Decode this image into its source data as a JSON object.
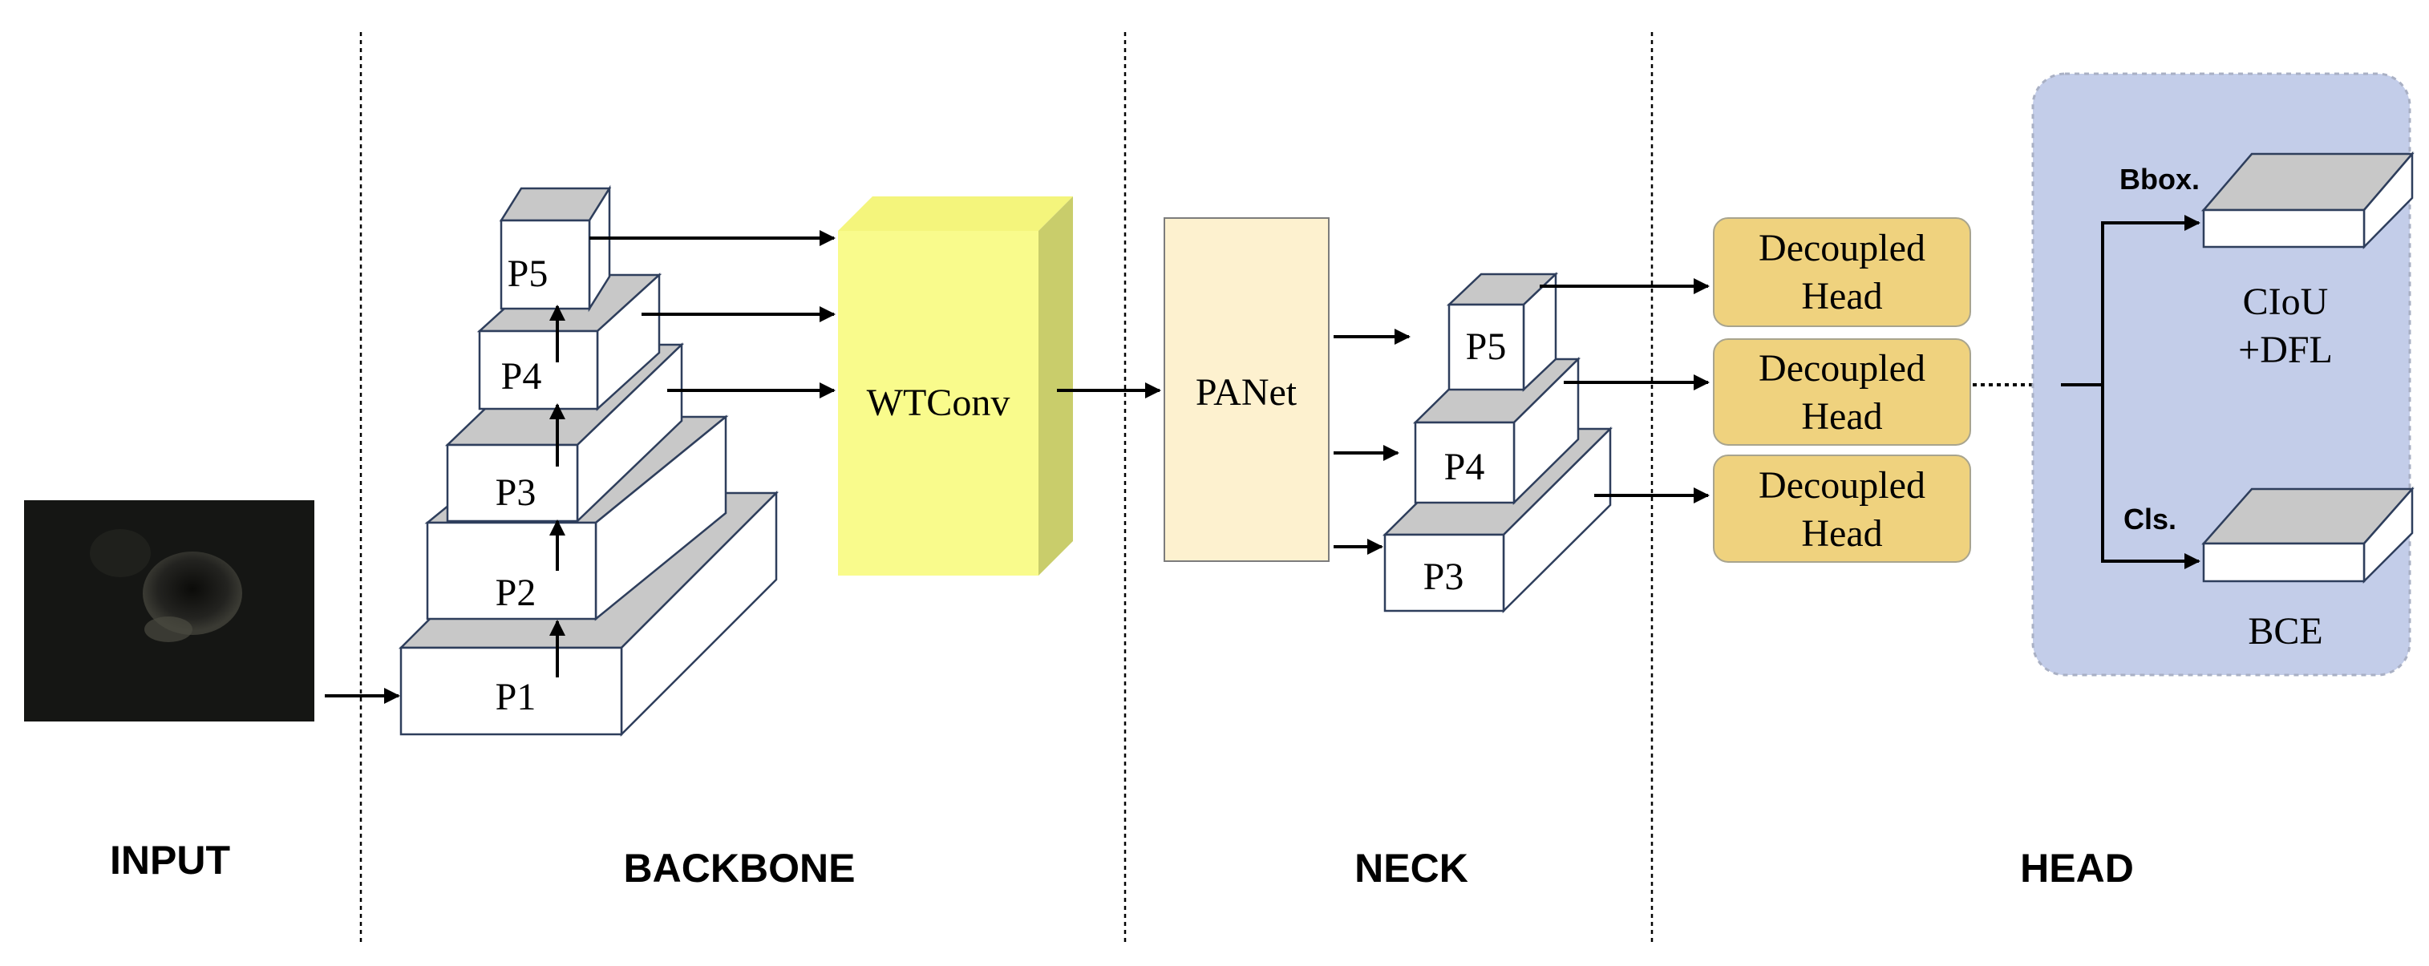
{
  "sections": {
    "input": "INPUT",
    "backbone": "BACKBONE",
    "neck": "NECK",
    "head": "HEAD"
  },
  "backbone": {
    "levels": [
      "P1",
      "P2",
      "P3",
      "P4",
      "P5"
    ],
    "module": "WTConv"
  },
  "neck": {
    "module": "PANet",
    "levels": [
      "P3",
      "P4",
      "P5"
    ]
  },
  "head": {
    "decoupled_heads": [
      [
        "Decoupled",
        "Head"
      ],
      [
        "Decoupled",
        "Head"
      ],
      [
        "Decoupled",
        "Head"
      ]
    ],
    "bbox_branch": {
      "tag": "Bbox.",
      "loss": [
        "CIoU",
        "+DFL"
      ]
    },
    "cls_branch": {
      "tag": "Cls.",
      "loss": "BCE"
    }
  },
  "colors": {
    "cube_top": "#c8c8c8",
    "cube_front": "#ffffff",
    "cube_side": "#ffffff",
    "cube_stroke": "#2e3e5c",
    "wtconv_front": "#f9fb8c",
    "wtconv_top": "#f4f57c",
    "wtconv_side": "#c9cd6b",
    "panet_fill": "#fdf1cf",
    "decoupled_fill": "#efd27e",
    "head_panel_fill": "#c3cde9",
    "input_image": "#151614"
  }
}
